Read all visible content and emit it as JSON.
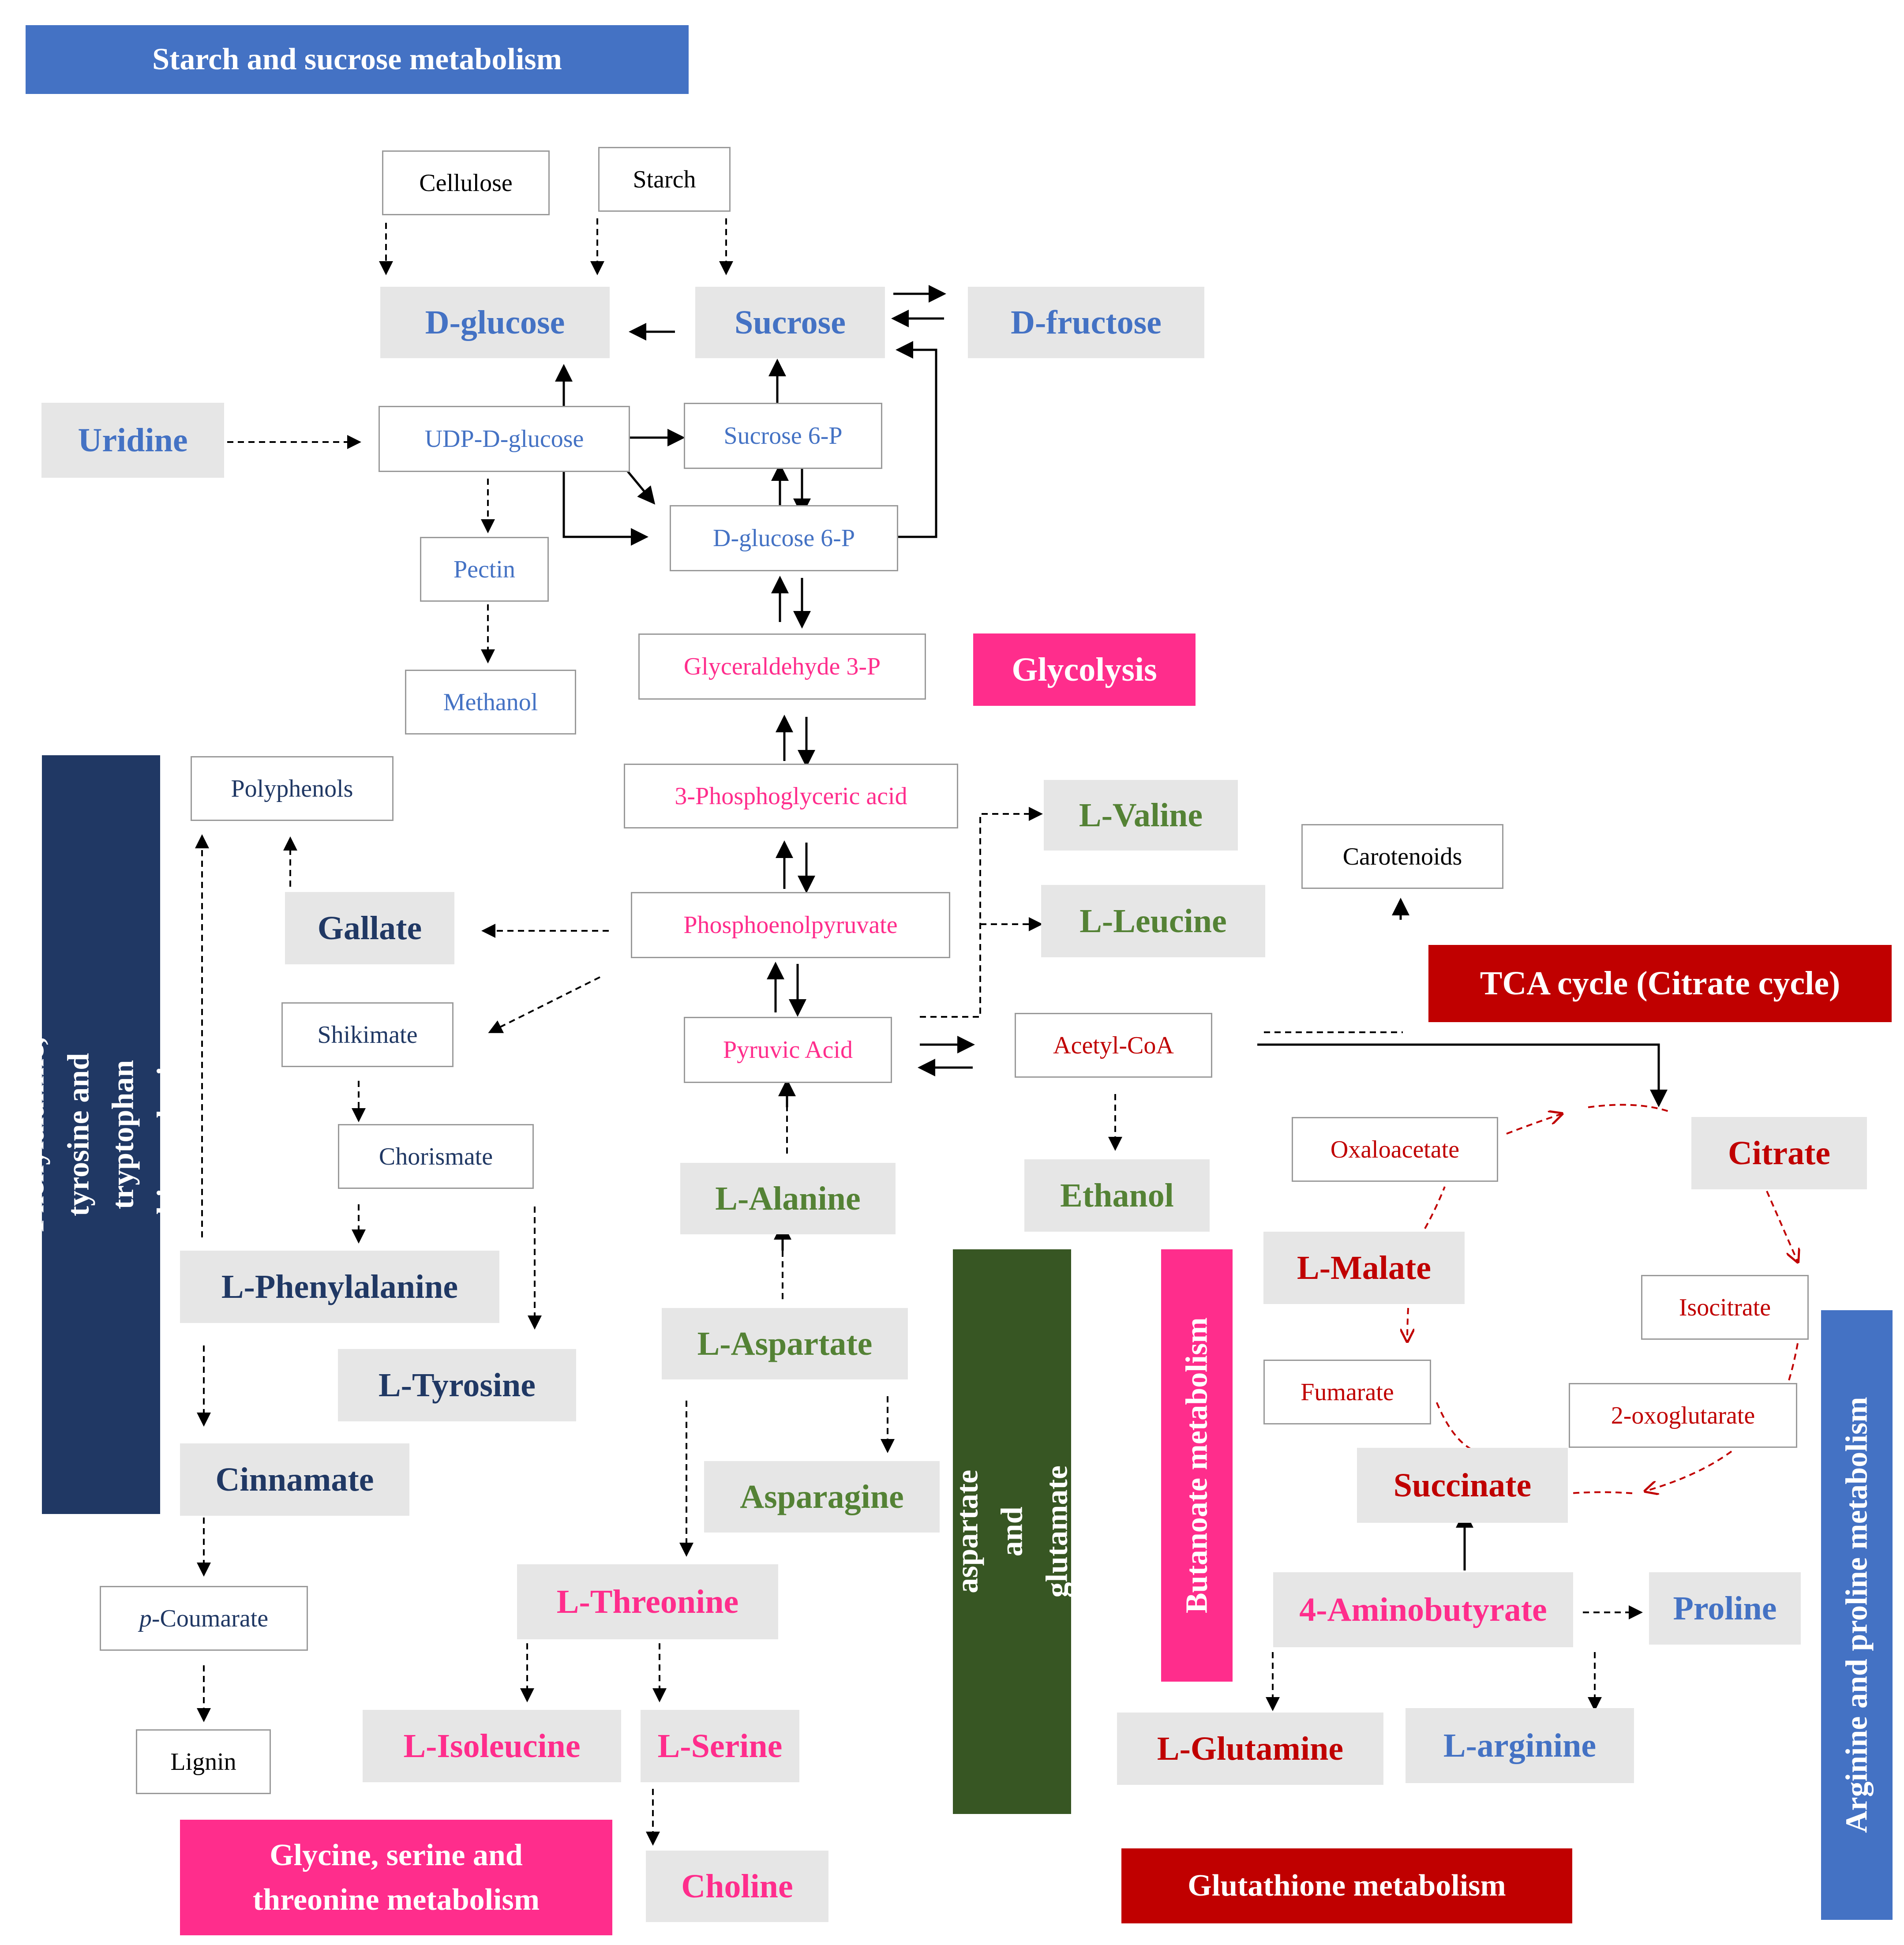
{
  "pathways": {
    "starch_sucrose": "Starch and sucrose metabolism",
    "glycolysis": "Glycolysis",
    "tca": "TCA cycle (Citrate cycle)",
    "phe_tyr_trp": "Phenylalanine, tyrosine and tryptophan biosynthesis",
    "ala_asp_glu": "Alanine, aspartate and glutamate metabolism",
    "butanoate": "Butanoate metabolism",
    "arg_pro": "Arginine and proline metabolism",
    "gly_ser_thr": "Glycine, serine and threonine metabolism",
    "glutathione": "Glutathione metabolism"
  },
  "metabolites": {
    "cellulose": "Cellulose",
    "starch": "Starch",
    "d_glucose": "D-glucose",
    "sucrose": "Sucrose",
    "d_fructose": "D-fructose",
    "uridine": "Uridine",
    "udp_d_glucose": "UDP-D-glucose",
    "sucrose_6p": "Sucrose 6-P",
    "d_glucose_6p": "D-glucose 6-P",
    "pectin": "Pectin",
    "methanol": "Methanol",
    "glyceraldehyde_3p": "Glyceraldehyde 3-P",
    "phosphoglyceric": "3-Phosphoglyceric acid",
    "pep": "Phosphoenolpyruvate",
    "pyruvic_acid": "Pyruvic Acid",
    "acetyl_coa": "Acetyl-CoA",
    "l_valine": "L-Valine",
    "l_leucine": "L-Leucine",
    "carotenoids": "Carotenoids",
    "polyphenols": "Polyphenols",
    "gallate": "Gallate",
    "shikimate": "Shikimate",
    "chorismate": "Chorismate",
    "l_phenylalanine": "L-Phenylalanine",
    "l_tyrosine": "L-Tyrosine",
    "cinnamate": "Cinnamate",
    "p_coumarate_prefix": "p",
    "p_coumarate_rest": "-Coumarate",
    "lignin": "Lignin",
    "l_alanine": "L-Alanine",
    "l_aspartate": "L-Aspartate",
    "asparagine": "Asparagine",
    "l_threonine": "L-Threonine",
    "l_isoleucine": "L-Isoleucine",
    "l_serine": "L-Serine",
    "choline": "Choline",
    "ethanol": "Ethanol",
    "oxaloacetate": "Oxaloacetate",
    "citrate": "Citrate",
    "l_malate": "L-Malate",
    "isocitrate": "Isocitrate",
    "fumarate": "Fumarate",
    "oxoglutarate": "2-oxoglutarate",
    "succinate": "Succinate",
    "aminobutyrate": "4-Aminobutyrate",
    "proline": "Proline",
    "l_glutamine": "L-Glutamine",
    "l_arginine": "L-arginine"
  },
  "colors": {
    "blue_band": "#4472c4",
    "pink_band": "#ff2d8c",
    "red_band": "#c00000",
    "navy_band": "#203864",
    "green_band": "#375623",
    "node_gray": "#e6e6e6"
  }
}
